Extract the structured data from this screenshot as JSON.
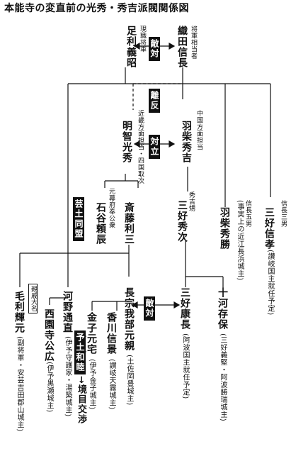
{
  "title": "本能寺の変直前の光秀・秀吉派閥関係図",
  "people": {
    "ashikaga": {
      "role": "現職将軍",
      "name": "足利義昭"
    },
    "oda": {
      "role": "将軍相当者",
      "name": "織田信長"
    },
    "akechi": {
      "role": "近畿方面担当・四国取次",
      "name": "明智光秀"
    },
    "hashiba": {
      "role": "中国方面担当",
      "name": "羽柴秀吉"
    },
    "ishigai": {
      "role": "元幕府奉公衆",
      "name": "石谷頼辰"
    },
    "saito": {
      "name": "斎藤利三"
    },
    "miyoshi_hidetsugu": {
      "role": "秀吉甥",
      "name": "三好秀次"
    },
    "hashiba_hidekatsu": {
      "role": "信長五男",
      "name": "羽柴秀勝",
      "note": "(事実上の近江長浜城主)"
    },
    "miyoshi_nobutaka": {
      "role": "信長三男",
      "name": "三好信孝",
      "note": "(讃岐国主就任予定)"
    },
    "mori": {
      "name": "毛利輝元",
      "note": "(副将軍・安芸吉田郡山城主)"
    },
    "kono": {
      "name": "河野通直",
      "note": "(伊予守護家・湯築城主)"
    },
    "saionji": {
      "name": "西園寺公広",
      "note": "(伊予黒瀬城主)"
    },
    "chosokabe": {
      "name": "長宗我部元親",
      "note": "(土佐岡豊城主)"
    },
    "kagawa": {
      "name": "香川信景",
      "note": "(讃岐天霧城主)"
    },
    "kaneko": {
      "name": "金子元宅",
      "note": "(伊予金子城主)"
    },
    "miyoshi_yasunaga": {
      "name": "三好康長",
      "note": "(阿波国主就任予定)"
    },
    "sogo": {
      "name": "十河存保",
      "note": "(三好義堅・阿波勝瑞城主)"
    }
  },
  "badges": {
    "teki_top": "敵対",
    "rihan": "離反",
    "tairitsu": "対立",
    "geido": "芸土同盟",
    "teki_bottom": "敵対",
    "yowa": "予土和睦",
    "kyokai": "→境目交渉",
    "shinseki": "親戚大名"
  }
}
